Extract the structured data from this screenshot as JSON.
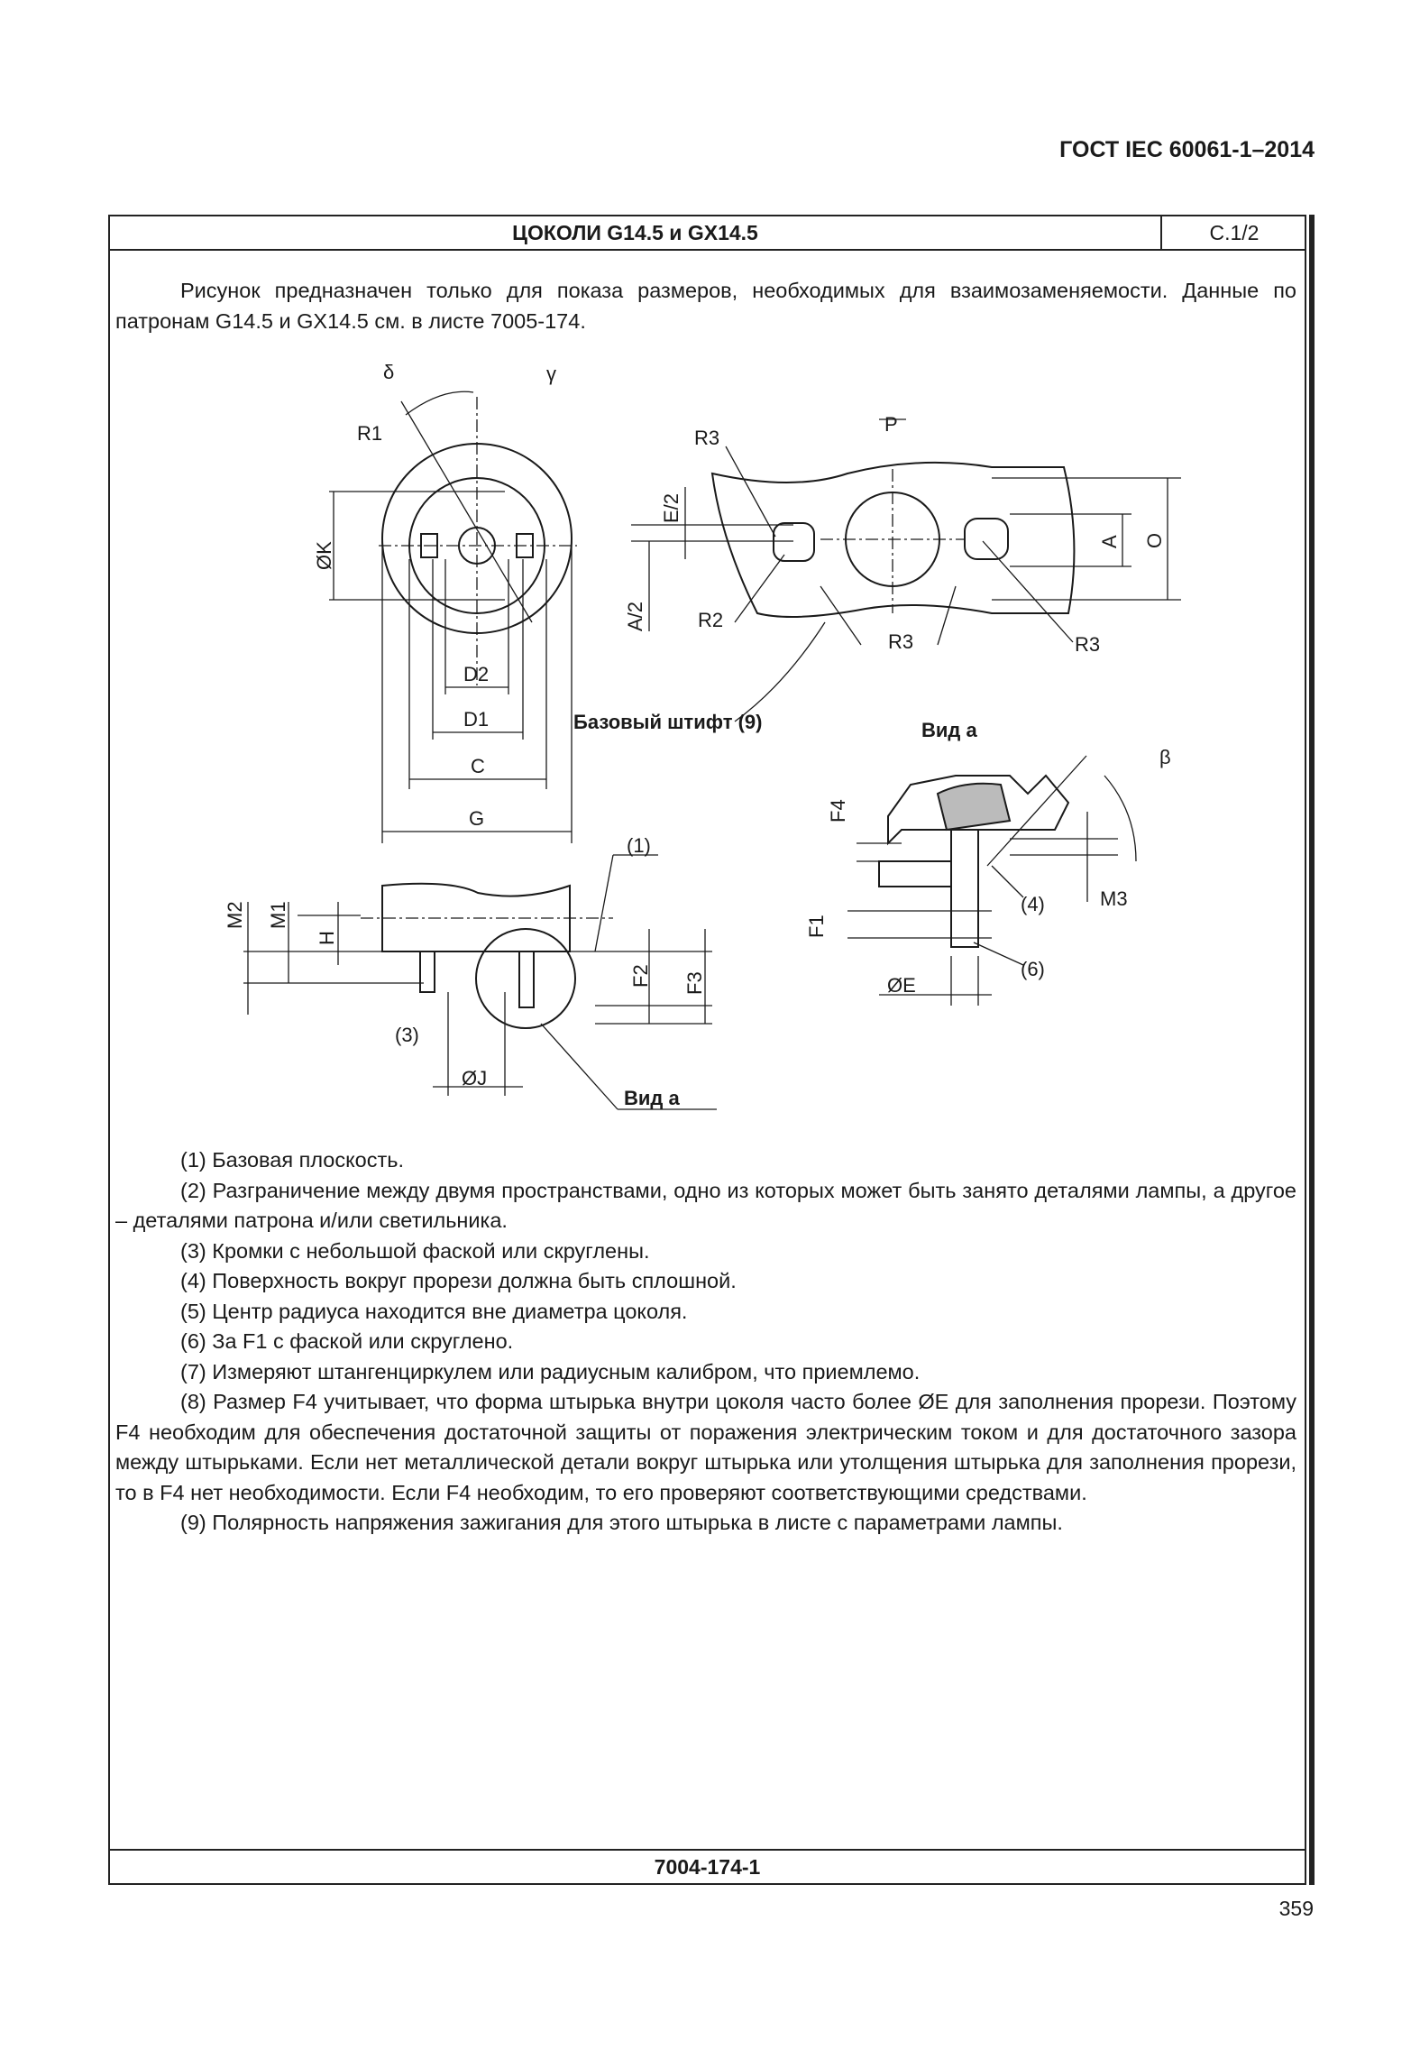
{
  "header": {
    "standard": "ГОСТ IEC 60061-1–2014"
  },
  "sheet": {
    "title": "ЦОКОЛИ G14.5 и GX14.5",
    "page_ref": "C.1/2",
    "footer_code": "7004-174-1"
  },
  "intro": "Рисунок предназначен только для показа размеров, необходимых для взаимозаменяемости. Данные по патронам G14.5 и GX14.5 см. в листе 7005-174.",
  "figure": {
    "labels": {
      "delta": "δ",
      "gamma": "γ",
      "R1": "R1",
      "K": "ØK",
      "D2": "D2",
      "D1": "D1",
      "C": "C",
      "G": "G",
      "R3a": "R3",
      "P": "P",
      "E2": "E/2",
      "A2": "A/2",
      "R2": "R2",
      "R3b": "R3",
      "R3c": "R3",
      "A": "A",
      "O": "O",
      "pin": "Базовый штифт (9)",
      "view_a_title": "Вид a",
      "M2": "M2",
      "M1": "M1",
      "H": "H",
      "n1": "(1)",
      "F2": "F2",
      "F3": "F3",
      "n3": "(3)",
      "J": "ØJ",
      "view_a_ref": "Вид a",
      "F4": "F4",
      "beta": "β",
      "n4": "(4)",
      "M3": "M3",
      "F1": "F1",
      "n6": "(6)",
      "E": "ØE"
    }
  },
  "notes": [
    "(1) Базовая плоскость.",
    "(2) Разграничение между двумя пространствами, одно из которых может быть занято деталями лампы, а другое – деталями патрона и/или светильника.",
    "(3) Кромки с небольшой фаской или скруглены.",
    "(4) Поверхность вокруг прорези должна быть сплошной.",
    "(5) Центр радиуса находится вне диаметра цоколя.",
    "(6) За F1 с фаской или скруглено.",
    "(7) Измеряют штангенциркулем или радиусным калибром, что приемлемо.",
    "(8) Размер F4 учитывает, что форма штырька внутри цоколя часто более ØE для заполнения прорези. Поэтому F4 необходим для обеспечения достаточной защиты от поражения электрическим током и для достаточного зазора между штырьками. Если нет металлической детали вокруг штырька или утолщения штырька для заполнения прорези, то в F4 нет необходимости. Если F4 необходим, то его проверяют соответствующими средствами.",
    "(9) Полярность напряжения зажигания для этого штырька в листе с параметрами лампы."
  ],
  "page_number": "359"
}
